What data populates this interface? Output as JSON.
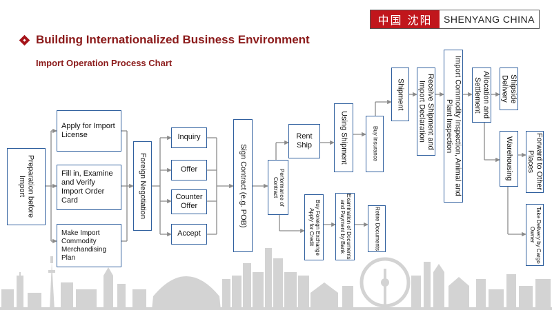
{
  "brand": {
    "cn": "中国 沈阳",
    "en": "SHENYANG  CHINA"
  },
  "header": {
    "title": "Building Internationalized Business Environment",
    "subtitle": "Import Operation Process Chart"
  },
  "diagram": {
    "preparation": "Preparation before Import",
    "apply_license": "Apply for Import License",
    "fill_order_card": "Fill in, Examine and Verify Import Order Card",
    "merch_plan": "Make Import Commodity Merchandising Plan",
    "foreign_negotiation": "Foreign Negotiation",
    "inquiry": "Inquiry",
    "offer": "Offer",
    "counter_offer": "Counter Offer",
    "accept": "Accept",
    "sign_contract": "Sign Contract (e.g. POB)",
    "performance": "Performance of Contract",
    "rent_ship": "Rent Ship",
    "using_shipment": "Using Shipment",
    "buy_insurance": "Buy Insurance",
    "shipment": "Shipment",
    "receive_shipment": "Receive Shipment and Import Declaration",
    "inspection": "Import Commodity Inspection, Animal and Plant Inspection",
    "allocation": "Allocation and Settlement",
    "shipside": "Shipside Delivery",
    "warehousing": "Warehousing",
    "forward": "Forward to Other Places",
    "take_delivery": "Take Delivery by Cargo Owner",
    "buy_fx": "Buy Foreign Exchange Apply for Credit",
    "examination": "Examination of Documents and Payment by Bank",
    "retire": "Retire Documents"
  }
}
